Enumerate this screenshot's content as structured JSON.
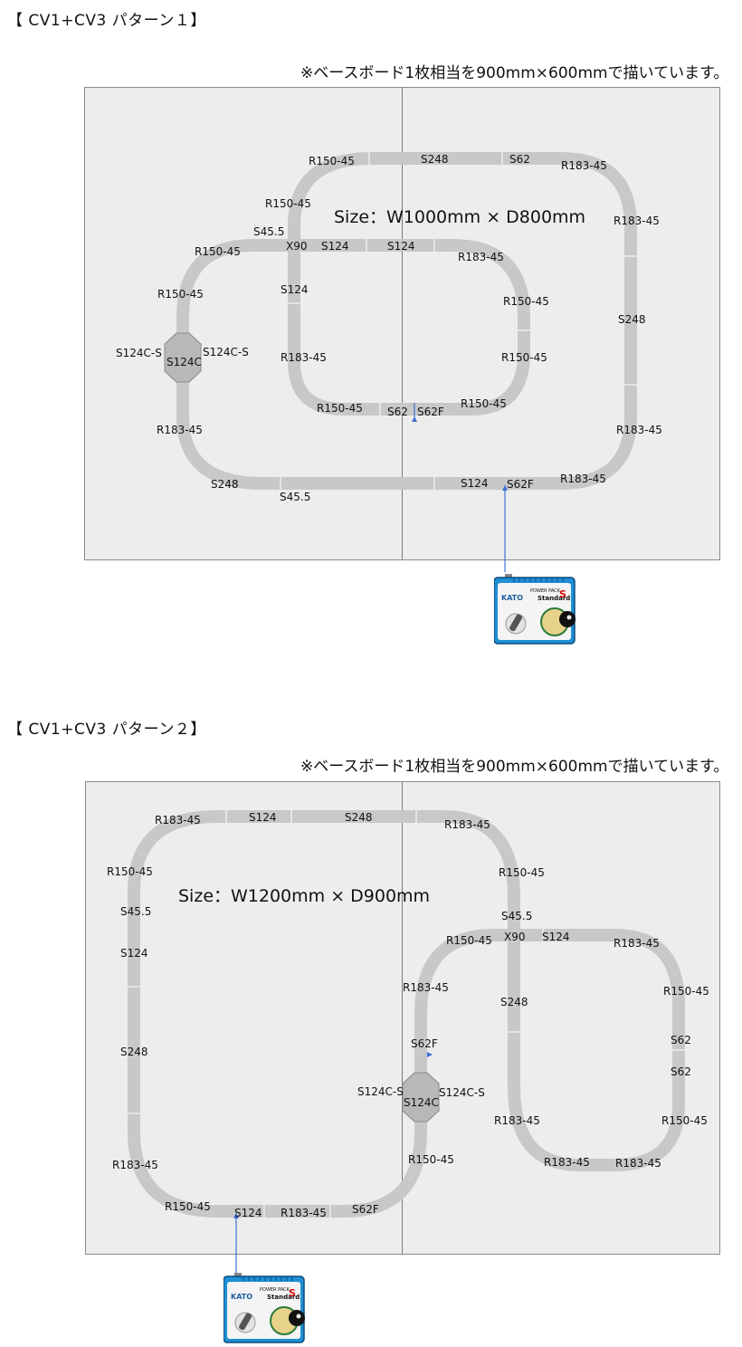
{
  "patterns": [
    {
      "title": "【 CV1+CV3 パターン１】",
      "note": "※ベースボード1枚相当を900mm×600mmで描いています。",
      "size": "Size：W1000mm × D800mm",
      "labels": [
        "R150-45",
        "S248",
        "S62",
        "R183-45",
        "R150-45",
        "R183-45",
        "S45.5",
        "X90",
        "S124",
        "S124",
        "R150-45",
        "R183-45",
        "R150-45",
        "S124",
        "R150-45",
        "S248",
        "S124C-S",
        "S124C-S",
        "S124C",
        "R183-45",
        "R150-45",
        "R150-45",
        "S62",
        "S62F",
        "R150-45",
        "R183-45",
        "R183-45",
        "S248",
        "S124",
        "S62F",
        "R183-45",
        "S45.5"
      ]
    },
    {
      "title": "【 CV1+CV3 パターン２】",
      "note": "※ベースボード1枚相当を900mm×600mmで描いています。",
      "size": "Size：W1200mm × D900mm",
      "labels": [
        "R183-45",
        "S124",
        "S248",
        "R183-45",
        "R150-45",
        "R150-45",
        "S45.5",
        "S45.5",
        "X90",
        "S124",
        "R150-45",
        "R183-45",
        "S124",
        "R183-45",
        "R150-45",
        "S248",
        "S248",
        "S62",
        "S62F",
        "S62",
        "S124C-S",
        "S124C-S",
        "S124C",
        "R183-45",
        "R150-45",
        "R183-45",
        "R150-45",
        "R150-45",
        "R183-45",
        "R183-45",
        "S62F",
        "S124",
        "R183-45"
      ]
    }
  ],
  "power_pack": {
    "brand": "KATO",
    "line1": "POWER PACK",
    "line2": "Standard",
    "badge": "S"
  },
  "colors": {
    "board": "#ededed",
    "track": "#c8c8c8",
    "wire": "#3d6fd6",
    "pack": "#1f8fd6"
  }
}
